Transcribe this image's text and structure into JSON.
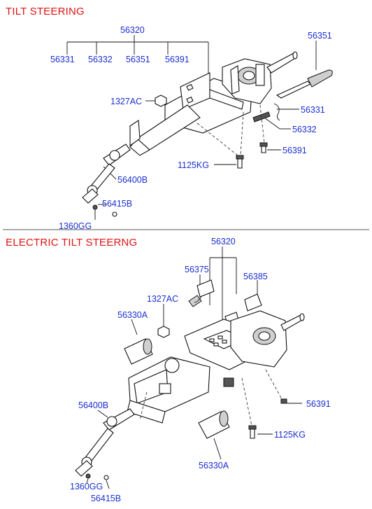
{
  "sections": [
    {
      "title": "TILT STEERING",
      "callouts": {
        "top": "56320",
        "sub": [
          "56331",
          "56332",
          "56351",
          "56391"
        ],
        "c56351": "56351",
        "c1327AC": "1327AC",
        "c56331": "56331",
        "c56332": "56332",
        "c56391": "56391",
        "c1125KG": "1125KG",
        "c56400B": "56400B",
        "c56415B": "56415B",
        "c1360GG": "1360GG"
      }
    },
    {
      "title": "ELECTRIC TILT STEERNG",
      "callouts": {
        "top": "56320",
        "c56375": "56375",
        "c56385": "56385",
        "c1327AC": "1327AC",
        "c56330A_top": "56330A",
        "c56400B": "56400B",
        "c56391": "56391",
        "c1125KG": "1125KG",
        "c56330A_bottom": "56330A",
        "c1360GG": "1360GG",
        "c56415B": "56415B"
      }
    }
  ],
  "colors": {
    "title": "#e01414",
    "label": "#1a2fd1",
    "divider": "#555555"
  }
}
